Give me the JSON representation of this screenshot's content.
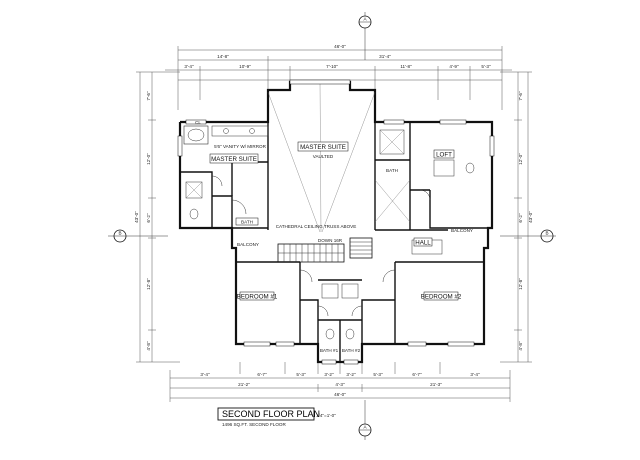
{
  "title": {
    "main": "SECOND FLOOR PLAN",
    "scale": "1/4\"=1'-0\"",
    "sub": "1496 SQ.FT. SECOND FLOOR"
  },
  "rooms": {
    "master_suite_left": "MASTER SUITE",
    "master_suite_center": "MASTER SUITE",
    "vanity": "5'6\" VANITY W/ MIRROR",
    "closet": "CL",
    "loft": "LOFT",
    "bedroom_left": "BEDROOM #1",
    "bedroom_right": "BEDROOM #2",
    "hall": "HALL",
    "bath_left": "BATH #1",
    "bath_right": "BATH #2",
    "bath_upper_left": "BATH",
    "bath_upper_right": "BATH",
    "balcony_left": "BALCONY",
    "balcony_right": "BALCONY",
    "down_stairs": "DOWN 16R",
    "trussed": "CATHEDRAL CEILING TRUSS ABOVE",
    "vaulted": "VAULTED"
  },
  "markers": {
    "top": "A",
    "bottom": "A",
    "left": "B",
    "right": "B"
  },
  "dims": {
    "top_overall": "46'-0\"",
    "top_row2": [
      "14'-8\"",
      "31'-4\""
    ],
    "top_row3": [
      "3'-4\"",
      "10'-9\"",
      "7'-10\"",
      "11'-8\"",
      "4'-9\"",
      "5'-3\""
    ],
    "bottom_overall": "46'-0\"",
    "bottom_row2": [
      "21'-2\"",
      "4'-3\"",
      "21'-3\""
    ],
    "bottom_row3": [
      "3'-4\"",
      "6'-7\"",
      "5'-3\"",
      "3'-2\"",
      "3'-2\"",
      "5'-3\"",
      "6'-7\"",
      "3'-4\""
    ],
    "left_overall": "43'-0\"",
    "left_row": [
      "7'-6\"",
      "12'-0\"",
      "6'-2\"",
      "12'-8\"",
      "4'-8\""
    ],
    "right_overall": "43'-0\"",
    "right_row": [
      "7'-6\"",
      "12'-0\"",
      "6'-2\"",
      "12'-8\"",
      "4'-8\""
    ]
  }
}
